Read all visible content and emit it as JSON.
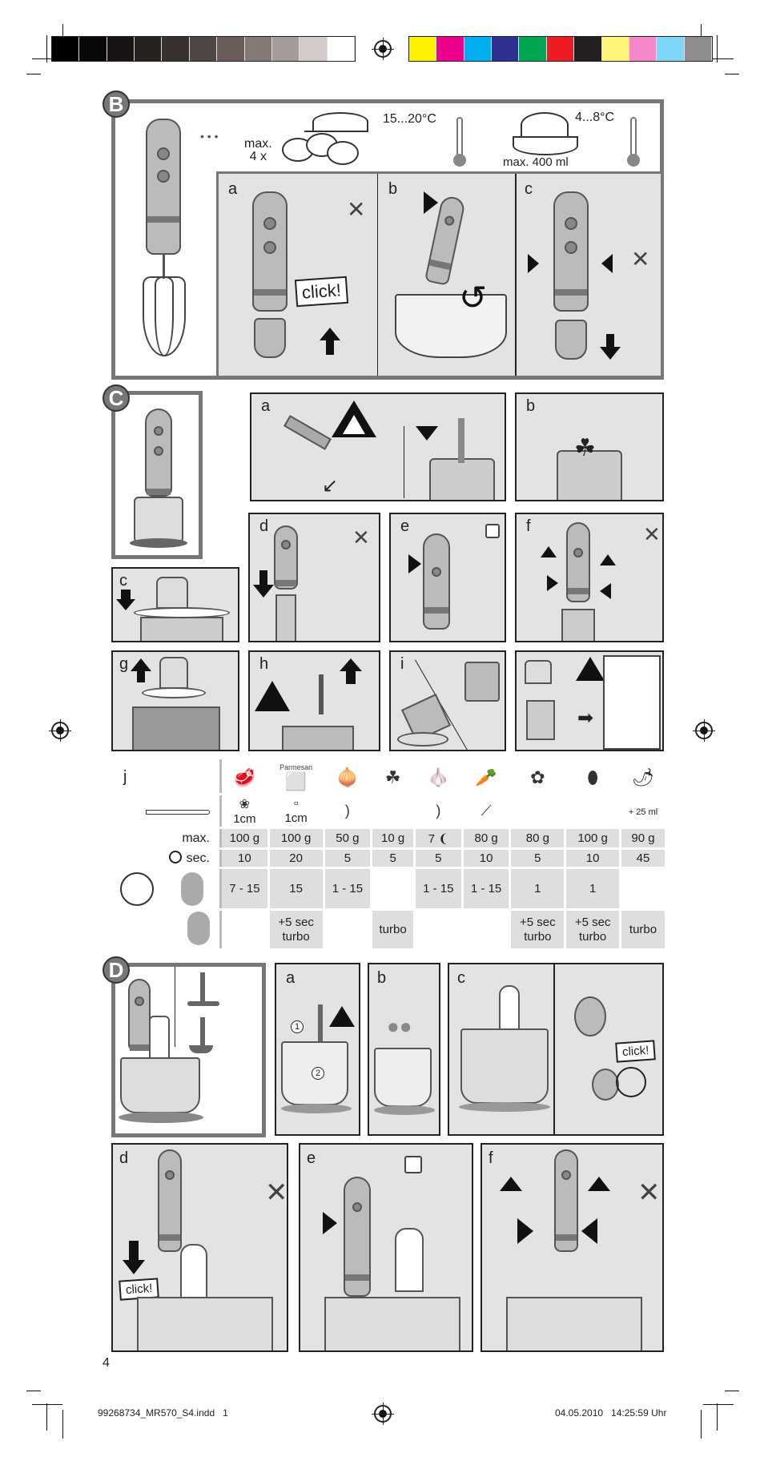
{
  "print_marks": {
    "grayscale_swatches": [
      "#000000",
      "#0b0908",
      "#171413",
      "#262220",
      "#38302d",
      "#4f4542",
      "#6a5d59",
      "#857975",
      "#a59b98",
      "#d3cbc9",
      "#ffffff"
    ],
    "color_swatches": [
      "#fff200",
      "#ec008c",
      "#00aeef",
      "#2e3192",
      "#00a651",
      "#ed1c24",
      "#231f20",
      "#fff57a",
      "#f588c8",
      "#7fd6f7",
      "#8e8c8c"
    ]
  },
  "section_b": {
    "badge": "B",
    "header": {
      "ellipsis": "• • •",
      "eggs_label": "max.\n4 x",
      "egg_temp": "15...20°C",
      "cream_temp": "4...8°C",
      "cream_label": "max. 400 ml"
    },
    "panels": [
      {
        "label": "a",
        "callout": "click!"
      },
      {
        "label": "b"
      },
      {
        "label": "c"
      }
    ]
  },
  "section_c": {
    "badge": "C",
    "panels": [
      {
        "label": "a"
      },
      {
        "label": "b"
      },
      {
        "label": "c"
      },
      {
        "label": "d"
      },
      {
        "label": "e"
      },
      {
        "label": "f"
      },
      {
        "label": "g"
      },
      {
        "label": "h"
      },
      {
        "label": "i"
      },
      {
        "label": ""
      }
    ]
  },
  "processing_table": {
    "label": "j",
    "ingredients": [
      "meat",
      "Parmesan",
      "onion",
      "herbs",
      "garlic",
      "carrot",
      "walnuts",
      "almonds",
      "chili"
    ],
    "parmesan_text": "Parmesan",
    "cut_row": {
      "label": "knife",
      "values": [
        "1cm",
        "1cm",
        "",
        "",
        "",
        "",
        "",
        "",
        "+ 25 ml"
      ]
    },
    "max_row": {
      "label": "max.",
      "values": [
        "100 g",
        "100 g",
        "50 g",
        "10 g",
        "7",
        "80 g",
        "80 g",
        "100 g",
        "90 g"
      ]
    },
    "sec_row": {
      "label": "sec.",
      "values": [
        "10",
        "20",
        "5",
        "5",
        "5",
        "10",
        "5",
        "10",
        "45"
      ]
    },
    "speed_row": {
      "values": [
        "7 - 15",
        "15",
        "1 - 15",
        "",
        "1 - 15",
        "1 - 15",
        "1",
        "1",
        ""
      ]
    },
    "turbo_row": {
      "values": [
        "",
        "+5 sec\nturbo",
        "",
        "turbo",
        "",
        "",
        "+5 sec\nturbo",
        "+5 sec\nturbo",
        "turbo"
      ]
    }
  },
  "section_d": {
    "badge": "D",
    "panels": [
      {
        "label": "a",
        "steps": [
          "1",
          "2"
        ]
      },
      {
        "label": "b"
      },
      {
        "label": "c",
        "callout": "click!"
      },
      {
        "label": "d",
        "callout": "click!"
      },
      {
        "label": "e"
      },
      {
        "label": "f"
      }
    ]
  },
  "footer": {
    "page_number": "4",
    "file_name": "99268734_MR570_S4.indd   1",
    "timestamp": "04.05.2010   14:25:59 Uhr"
  }
}
